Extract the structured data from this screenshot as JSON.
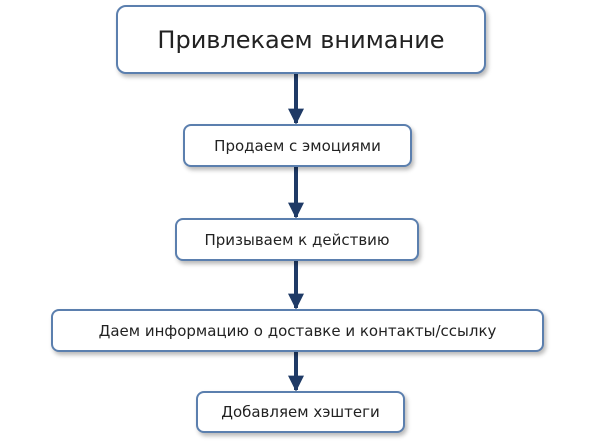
{
  "diagram": {
    "type": "flowchart",
    "colors": {
      "box_border": "#5b7fae",
      "arrow": "#1f3a66",
      "text": "#222222",
      "background": "#ffffff"
    },
    "nodes": [
      {
        "id": "n0",
        "label": "Привлекаем внимание"
      },
      {
        "id": "n1",
        "label": "Продаем с эмоциями"
      },
      {
        "id": "n2",
        "label": "Призываем к действию"
      },
      {
        "id": "n3",
        "label": "Даем информацию о доставке и контакты/ссылку"
      },
      {
        "id": "n4",
        "label": "Добавляем хэштеги"
      }
    ],
    "edges": [
      {
        "from": "n0",
        "to": "n1"
      },
      {
        "from": "n1",
        "to": "n2"
      },
      {
        "from": "n2",
        "to": "n3"
      },
      {
        "from": "n3",
        "to": "n4"
      }
    ]
  }
}
